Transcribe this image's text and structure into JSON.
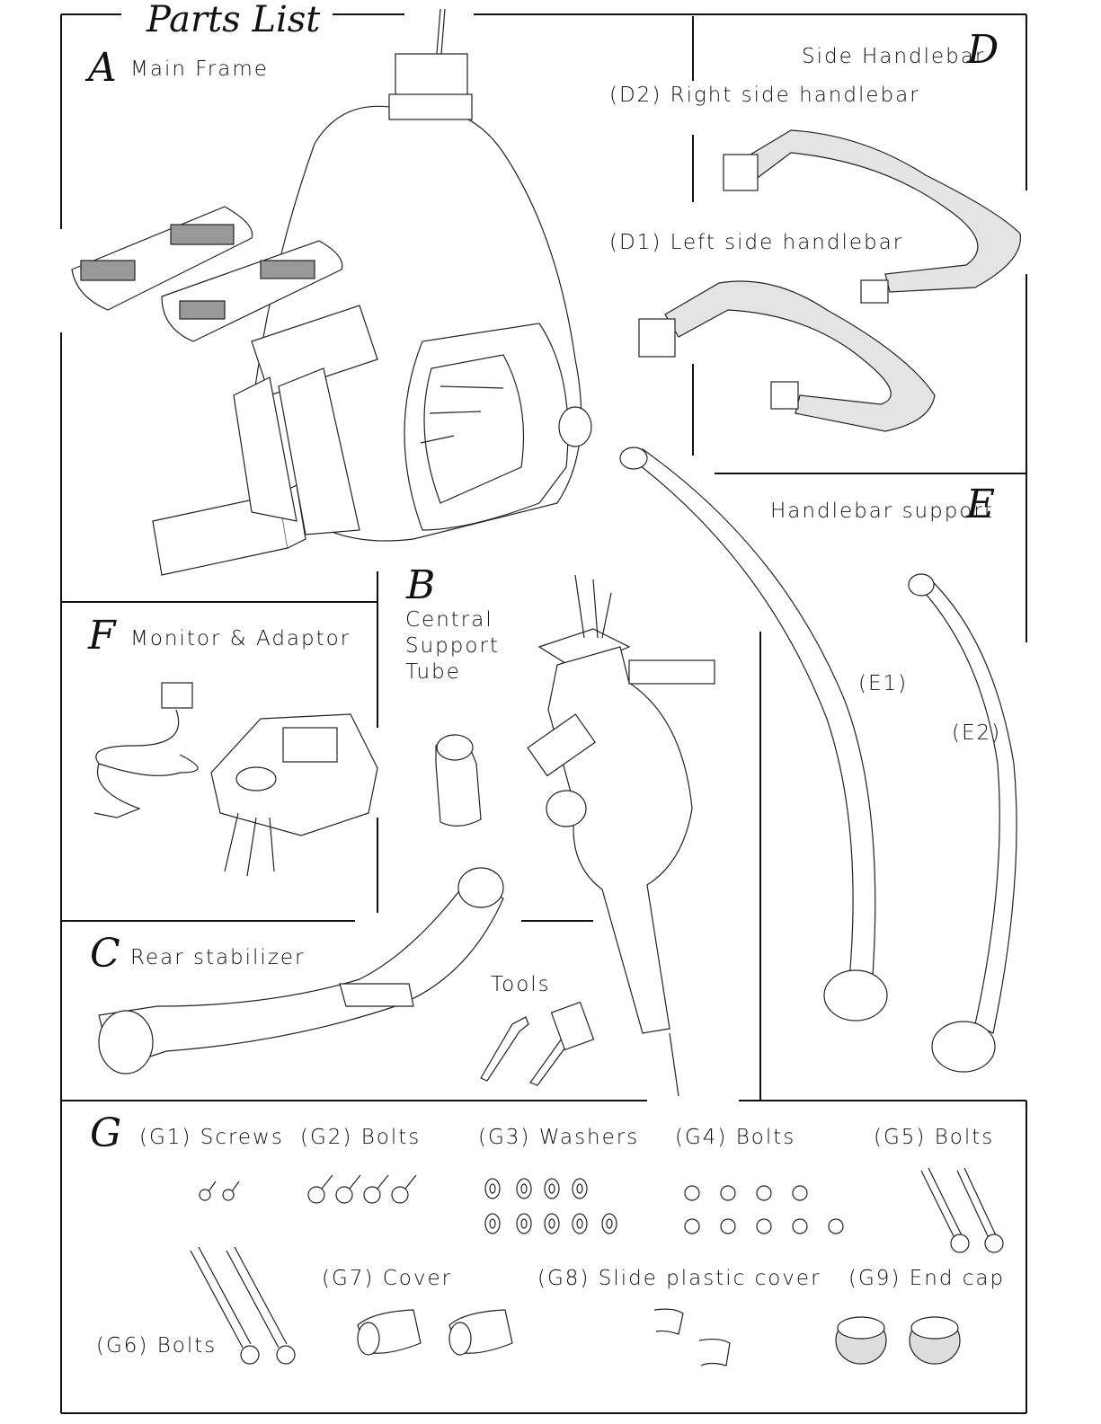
{
  "title": "Parts List",
  "sections": {
    "A": {
      "letter": "A",
      "label": "Main Frame"
    },
    "B": {
      "letter": "B",
      "lines": [
        "Central",
        "Support",
        "Tube"
      ]
    },
    "C": {
      "letter": "C",
      "label": "Rear stabilizer",
      "tools": "Tools"
    },
    "D": {
      "letter": "D",
      "label": "Side Handlebar",
      "d2": "(D2) Right side handlebar",
      "d1": "(D1) Left side handlebar"
    },
    "E": {
      "letter": "E",
      "label": "Handlebar support",
      "e1": "(E1)",
      "e2": "(E2)"
    },
    "F": {
      "letter": "F",
      "label": "Monitor & Adaptor"
    },
    "G": {
      "letter": "G",
      "g1": "(G1) Screws",
      "g2": "(G2) Bolts",
      "g3": "(G3) Washers",
      "g4": "(G4) Bolts",
      "g5": "(G5) Bolts",
      "g6": "(G6) Bolts",
      "g7": "(G7) Cover",
      "g8": "(G8) Slide plastic cover",
      "g9": "(G9) End cap"
    }
  },
  "icons": [
    "main-frame-drawing",
    "handlebar-drawing",
    "handlebar-support-drawing",
    "monitor-adaptor-drawing",
    "central-tube-drawing",
    "water-bottle-drawing",
    "rear-stabilizer-drawing",
    "tools-drawing",
    "screw-icon",
    "bolt-icon",
    "washer-icon",
    "cover-icon",
    "end-cap-icon"
  ]
}
